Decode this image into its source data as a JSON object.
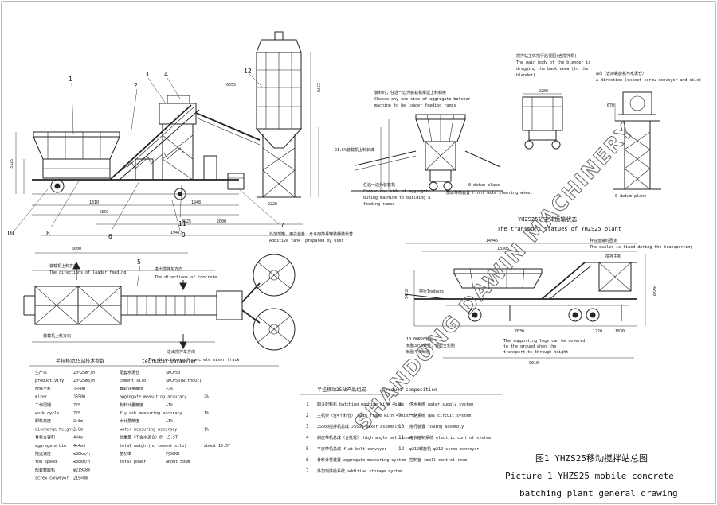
{
  "watermark": "SHANDONG DAWIN MACHINERY",
  "callouts": {
    "c1": "1",
    "c2": "2",
    "c3": "3",
    "c4": "4",
    "c5": "5",
    "c6": "6",
    "c7": "7",
    "c8": "8",
    "c9": "9",
    "c10": "10",
    "c11": "11",
    "c12": "12"
  },
  "side_view_dims": {
    "d1": "1310",
    "d2": "4369",
    "d3": "1948",
    "d4": "3925",
    "d5": "2000",
    "d6": "19473",
    "d7": "2228",
    "d8": "3326",
    "d9": "6555",
    "d10": "2370"
  },
  "additive_tank": {
    "cn": "外加剂罐，用户自备，允许用简易罐装桶装代替",
    "en": "Additive tank ,prepared by user"
  },
  "loader_view": {
    "title_cn": "装料时，任选一边为装载机推送上料斜坡",
    "title_en1": "Choose any one side of aggregate batcher",
    "title_en2": "machine to be loader feeding ramps",
    "ramp_cn": "21.5%装载机上料斜坡",
    "bottom_cn": "任选一边为装载机",
    "bottom_en1": "Choose one side of aggregate",
    "bottom_en2": "during machine to building a",
    "bottom_en3": "feeding ramps",
    "datum": "0 datum plane",
    "wheel": "前轮导向装置 Front axle steering wheel"
  },
  "blender_view": {
    "title_cn": "搅拌站主体拖行后视图(含搅拌机)",
    "title_en1": "The main body of the blender is",
    "title_en2": "dragging the back view (to the",
    "title_en3": "blender)",
    "dim": "2200"
  },
  "a_view": {
    "title_cn": "A向（去掉螺旋机与水泥仓）",
    "title_en": "A direction (except screw conveyor and silo)",
    "dim": "670",
    "datum": "0 datum plane"
  },
  "plan_view": {
    "loader_cn": "装载机上料方向",
    "loader_en": "The directions of loader feeding",
    "mixer_cn": "进出搅拌车方向",
    "mixer_en": "The directions of concrete",
    "truck_cn": "进出搅拌车方向",
    "truck_en": "The directions of concrete mixer truck",
    "left_cn": "装载机上料方向",
    "top_dim": "6000"
  },
  "transport": {
    "title_cn": "YHZS25站主体运输状态",
    "title_en": "The transport statues of YHZS25 plant",
    "scales_cn": "秤在运输时固定",
    "scales_en": "The scales is fixed during the transporting",
    "tow_cn": "拖行Towbars",
    "tyre_cn": "10.00R20轮胎",
    "tyre2_cn": "轮胎3万8载重，装配空轮胎",
    "tyre3_cn": "轮胎平衡轮胎",
    "leg_en1": "The supporting legs can be covered",
    "leg_en2": "to the ground when the",
    "leg_en3": "transport to through height",
    "mixer_label": "搅拌主机",
    "d1": "14945",
    "d2": "13305",
    "d3": "5418",
    "d4": "4290",
    "d5": "7830",
    "d6": "9010",
    "d7": "1220",
    "d8": "1830"
  },
  "tech": {
    "heading_cn": "半挂移动25站技术参数",
    "heading_en": "technical parameter",
    "rows": [
      {
        "k": "生产率",
        "v": "20~25m³/h",
        "k2": "配套水泥仓",
        "v2": "SNCP50"
      },
      {
        "k": "productivity",
        "v": "20~25m3/h",
        "k2": "cement silo",
        "v2": "SNCP50(without)"
      },
      {
        "k": "搅拌主机",
        "v": "JS500",
        "k2": "骨料计量精度",
        "v2": "±2%"
      },
      {
        "k": "mixer",
        "v": "JS500",
        "k2": "aggregate measuring accuracy",
        "v2": "2%"
      },
      {
        "k": "工作周期",
        "v": "72S",
        "k2": "粉料计量精度",
        "v2": "±1%"
      },
      {
        "k": "work cycle",
        "v": "72S",
        "k2": "fly ash measuring accuracy",
        "v2": "1%"
      },
      {
        "k": "卸料高度",
        "v": "2.8m",
        "k2": "水计量精度",
        "v2": "±1%"
      },
      {
        "k": "discharge height",
        "v": "2.8m",
        "k2": "water measuring accuracy",
        "v2": "1%"
      },
      {
        "k": "骨料仓容积",
        "v": "4X4m³",
        "k2": "总重量（不含水泥仓）约",
        "v2": "15.5T"
      },
      {
        "k": "aggregate bin",
        "v": "4×4m3",
        "k2": "total weight(no cement silo)",
        "v2": "about 15.5T"
      },
      {
        "k": "拖运速度",
        "v": "≤30km/h",
        "k2": "总功率",
        "v2": "约50KW"
      },
      {
        "k": "tow speed",
        "v": "≤30km/h",
        "k2": "total power",
        "v2": "about 50kW"
      },
      {
        "k": "配套螺旋机",
        "v": "φ219X8m",
        "k2": "",
        "v2": ""
      },
      {
        "k": "screw conveyor",
        "v": "219×8m",
        "k2": "",
        "v2": ""
      }
    ]
  },
  "composition": {
    "heading_cn": "半挂移动25站产品组成",
    "heading_en": "product composition",
    "items": [
      {
        "n": "1",
        "t": "四斗配料机 batching machine with 4bins"
      },
      {
        "n": "2",
        "t": "主机架（含4个料仓） main frame with 4 bins"
      },
      {
        "n": "3",
        "t": "JS500搅拌机总成 JS500 mixer assembly"
      },
      {
        "n": "4",
        "t": "斜皮带机总成（含托辊） high angle belt conveyor"
      },
      {
        "n": "5",
        "t": "平皮带机总成 flat belt conveyor"
      },
      {
        "n": "6",
        "t": "骨料计量装置 aggregate measuring system"
      },
      {
        "n": "7",
        "t": "外加剂供给系统 additive storage system"
      },
      {
        "n": "8",
        "t": "供水系统 water supply system"
      },
      {
        "n": "9",
        "t": "气路系统 gas circuit system"
      },
      {
        "n": "10",
        "t": "拖行装置 towing assembly"
      },
      {
        "n": "11",
        "t": "电气控制系统 electric control system"
      },
      {
        "n": "12",
        "t": "φ219螺旋机 φ219 screw conveyor"
      },
      {
        "n": "",
        "t": "控制室 small control room"
      }
    ]
  },
  "caption": {
    "cn": "图1 YHZS25移动搅拌站总图",
    "en1": "Picture 1 YHZS25 mobile concrete",
    "en2": "batching plant general drawing"
  }
}
